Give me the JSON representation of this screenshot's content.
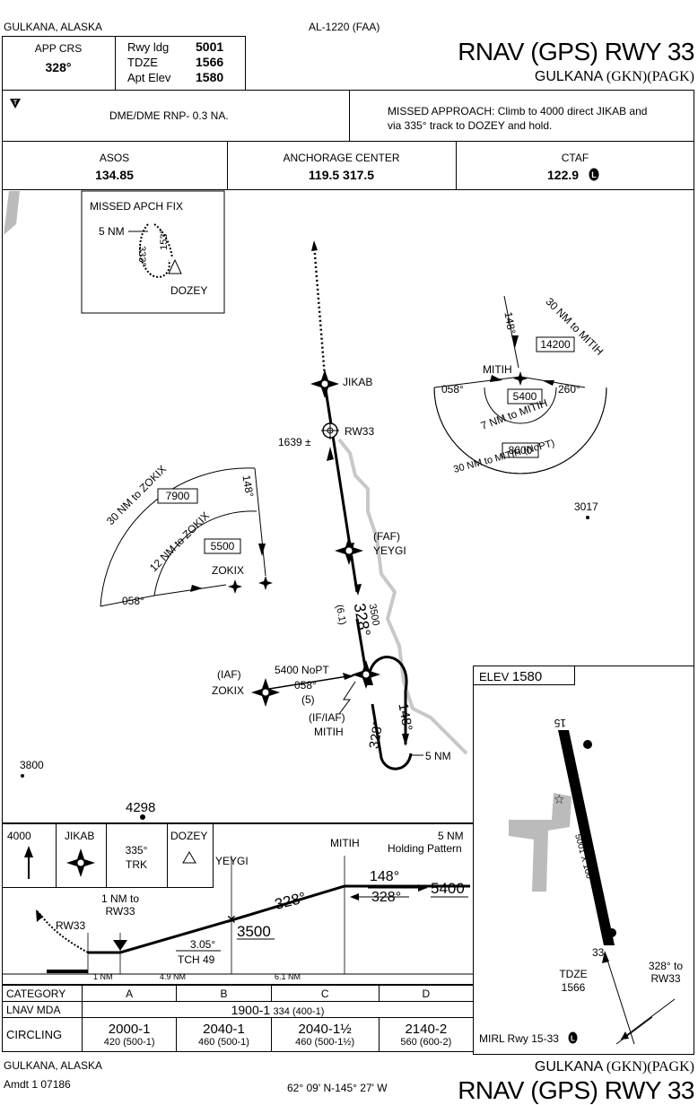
{
  "header": {
    "location": "GULKANA, ALASKA",
    "procedure_number": "AL-1220 (FAA)",
    "app_crs_label": "APP CRS",
    "app_crs": "328°",
    "rwy_ldg_label": "Rwy ldg",
    "rwy_ldg": "5001",
    "tdze_label": "TDZE",
    "tdze": "1566",
    "apt_elev_label": "Apt Elev",
    "apt_elev": "1580",
    "title": "RNAV (GPS) RWY 33",
    "airport": "GULKANA",
    "ids": "(GKN)(PAGK)"
  },
  "notes": {
    "dme_note": "DME/DME RNP- 0.3 NA.",
    "missed_approach": "MISSED APPROACH:  Climb to 4000 direct JIKAB and via 335° track to DOZEY and hold."
  },
  "comms": {
    "asos_label": "ASOS",
    "asos": "134.85",
    "center_label": "ANCHORAGE CENTER",
    "center": "119.5  317.5",
    "ctaf_label": "CTAF",
    "ctaf": "122.9"
  },
  "plan": {
    "missed_fix_title": "MISSED APCH FIX",
    "missed_fix_leg": "5 NM",
    "missed_fix_out": "153°",
    "missed_fix_in": "333°",
    "dozey": "DOZEY",
    "jikab": "JIKAB",
    "rw33": "RW33",
    "rw33_elev": "1639 ±",
    "faf": "(FAF)",
    "yeygi": "YEYGI",
    "course": "328°",
    "dist_alt": "3500",
    "dist": "(6.1)",
    "iaf": "(IAF)",
    "zokix": "ZOKIX",
    "nopt": "5400 NoPT",
    "zokix_crs": "058°",
    "zokix_dist": "(5)",
    "if_iaf": "(IF/IAF)",
    "mitih": "MITIH",
    "hold_out": "148°",
    "hold_in": "328°",
    "hold_leg": "5 NM",
    "spot_3800": "3800",
    "spot_3017": "3017",
    "spot_4298": "4298",
    "taa_east_outer": "30 NM to MITIH",
    "taa_east_inner": "7 NM to MITIH",
    "taa_east_nopt": "30 NM to MITIH (NoPT)",
    "taa_east_148": "148°",
    "taa_east_058": "058°",
    "taa_east_260": "260°",
    "taa_east_alt1": "14200",
    "taa_east_alt2": "5400",
    "taa_east_alt3": "8600",
    "taa_east_fix": "MITIH",
    "taa_west_outer": "30 NM to ZOKIX",
    "taa_west_inner": "12 NM to ZOKIX",
    "taa_west_148": "148°",
    "taa_west_058": "058°",
    "taa_west_alt1": "7900",
    "taa_west_alt2": "5500",
    "taa_west_fix": "ZOKIX"
  },
  "airport_sketch": {
    "elev_label": "ELEV",
    "elev": "1580",
    "rwy_top": "15",
    "rwy_bottom": "33",
    "dims": "5001 X 100",
    "tdze_label": "TDZE",
    "tdze": "1566",
    "final_crs": "328° to",
    "final_to": "RW33",
    "lighting": "MIRL Rwy 15-33"
  },
  "profile": {
    "ma_alt": "4000",
    "ma_fix1": "JIKAB",
    "ma_trk": "335°",
    "ma_trk_label": "TRK",
    "ma_fix2": "DOZEY",
    "mitih": "MITIH",
    "holding": "5 NM",
    "holding_label": "Holding Pattern",
    "yeygi": "YEYGI",
    "out": "148°",
    "in": "328°",
    "crs": "328°",
    "alt_5400": "5400",
    "alt_3500": "3500",
    "gs": "3.05°",
    "tch": "TCH 49",
    "rw33": "RW33",
    "nm_to": "1 NM to",
    "nm_to_rw": "RW33",
    "d1": "1 NM",
    "d2": "4.9 NM",
    "d3": "6.1 NM"
  },
  "minima": {
    "category_label": "CATEGORY",
    "cats": [
      "A",
      "B",
      "C",
      "D"
    ],
    "lnav_label": "LNAV  MDA",
    "lnav_value": "1900-1",
    "lnav_sub": "334 (400-1)",
    "circling_label": "CIRCLING",
    "circling": [
      {
        "main": "2000-1",
        "sub": "420 (500-1)"
      },
      {
        "main": "2040-1",
        "sub": "460 (500-1)"
      },
      {
        "main": "2040-1½",
        "sub": "460 (500-1½)"
      },
      {
        "main": "2140-2",
        "sub": "560 (600-2)"
      }
    ]
  },
  "footer": {
    "location": "GULKANA, ALASKA",
    "amdt": "Amdt 1  07186",
    "coords": "62° 09' N-145° 27' W",
    "airport": "GULKANA",
    "ids": "(GKN)(PAGK)",
    "title": "RNAV (GPS) RWY 33"
  }
}
